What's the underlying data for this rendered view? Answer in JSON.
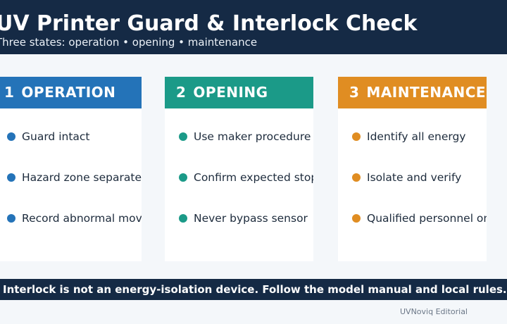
{
  "header": {
    "title": "UV Printer Guard & Interlock Check",
    "subtitle": "Three states: operation • opening • maintenance"
  },
  "cards": [
    {
      "number": "1",
      "title": "OPERATION",
      "color": "#2473b8",
      "items": [
        "Guard intact",
        "Hazard zone separated",
        "Record abnormal movement"
      ]
    },
    {
      "number": "2",
      "title": "OPENING",
      "color": "#1b9a88",
      "items": [
        "Use maker procedure",
        "Confirm expected stop",
        "Never bypass sensor"
      ]
    },
    {
      "number": "3",
      "title": "MAINTENANCE",
      "color": "#e08d22",
      "items": [
        "Identify all energy",
        "Isolate and verify",
        "Qualified personnel only"
      ]
    }
  ],
  "footer": {
    "note": "Interlock is not an energy-isolation device. Follow the model manual and local rules.",
    "credit": "UVNoviq Editorial"
  },
  "colors": {
    "header_bg": "#152a45",
    "page_bg": "#f4f7fa"
  }
}
